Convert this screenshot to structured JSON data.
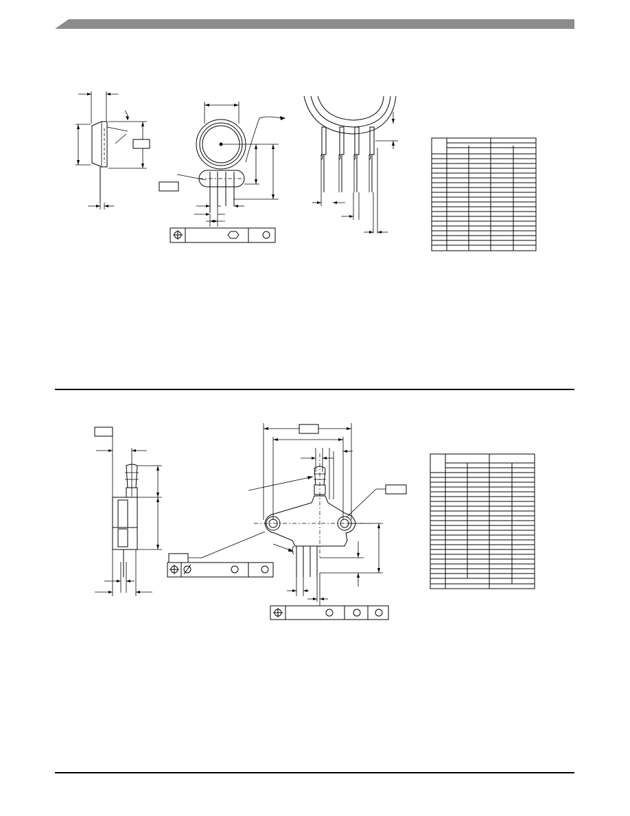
{
  "page": {
    "header_band_color": "#8c8c8c",
    "ink_color": "#000000"
  },
  "drawing_top": {
    "name": "",
    "views": [
      "side-view",
      "front-view",
      "detail-view"
    ],
    "dimension_table": {
      "rows": 19,
      "cols": 5
    }
  },
  "drawing_bottom": {
    "name": "",
    "views": [
      "side-view",
      "front-view"
    ],
    "dimension_table": {
      "rows": 25,
      "cols": 5
    }
  }
}
